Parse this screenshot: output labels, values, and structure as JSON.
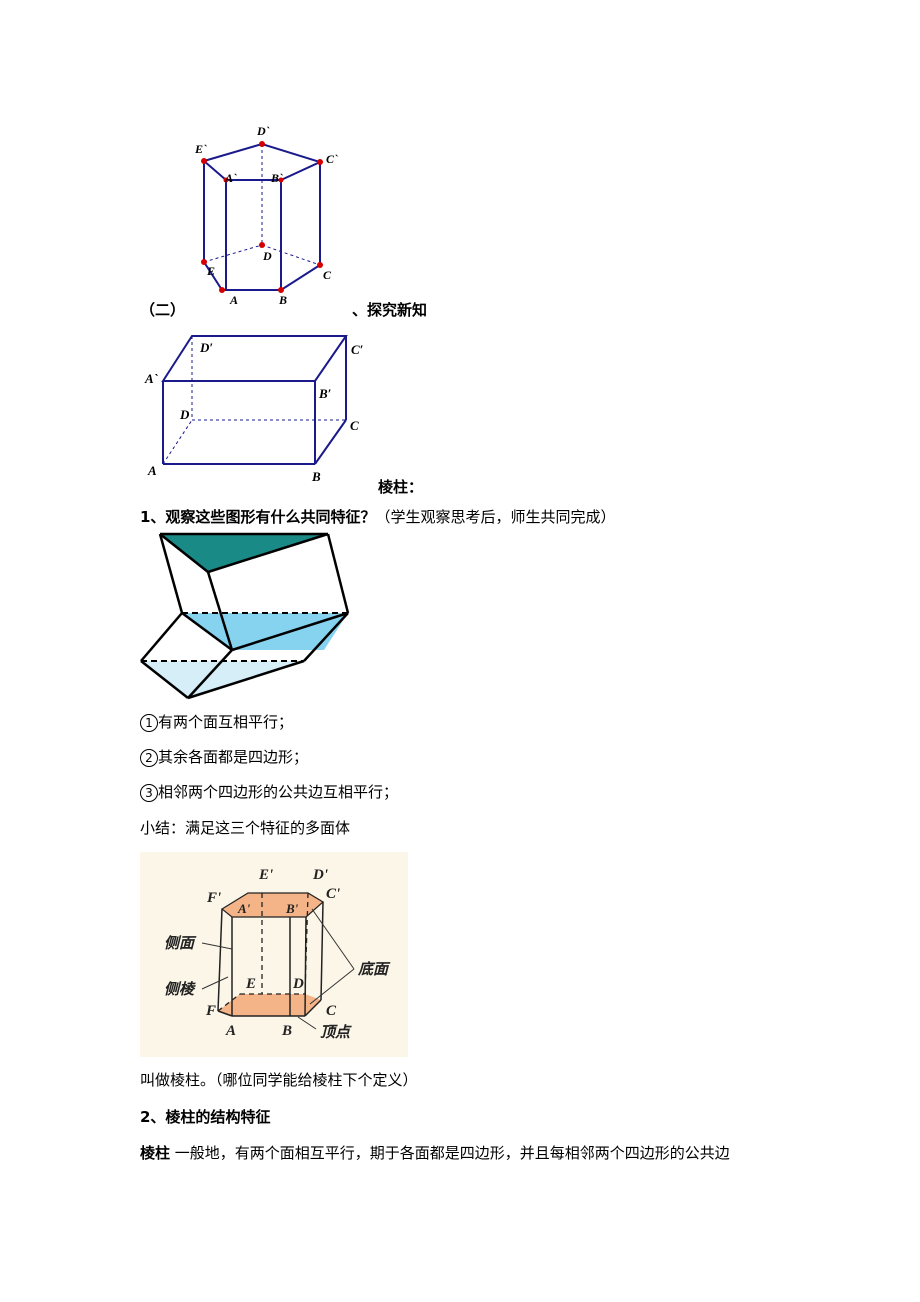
{
  "figure1": {
    "labels": {
      "D_top": "D`",
      "E_top": "E`",
      "C_top": "C`",
      "A_top": "A`",
      "B_top": "B`",
      "D": "D",
      "E": "E",
      "C": "C",
      "A": "A",
      "B": "B"
    }
  },
  "section": {
    "prefix": "（二）",
    "title": "、探究新知"
  },
  "figure2": {
    "labels": {
      "D_top": "D′",
      "C_top": "C′",
      "A_top": "A`",
      "B_top": "B′",
      "D": "D",
      "C": "C",
      "A": "A",
      "B": "B"
    }
  },
  "prism_heading": "棱柱：",
  "q1": {
    "title": "1、观察这些图形有什么共同特征？",
    "note": "（学生观察思考后，师生共同完成）"
  },
  "features": [
    {
      "num": "1",
      "text": "有两个面互相平行；"
    },
    {
      "num": "2",
      "text": "其余各面都是四边形；"
    },
    {
      "num": "3",
      "text": "相邻两个四边形的公共边互相平行；"
    }
  ],
  "summary": "小结：满足这三个特征的多面体",
  "figure4": {
    "labels": {
      "E_top": "E'",
      "D_top": "D'",
      "F_top": "F'",
      "A_top": "A'",
      "B_top": "B'",
      "C_top": "C'",
      "E": "E",
      "D": "D",
      "F": "F",
      "C": "C",
      "A": "A",
      "B": "B"
    },
    "annotations": {
      "side_face": "侧面",
      "side_edge": "侧棱",
      "base": "底面",
      "vertex": "顶点"
    }
  },
  "definition_line": "叫做棱柱。（哪位同学能给棱柱下个定义）",
  "q2": {
    "title": "2、棱柱的结构特征"
  },
  "definition": {
    "term": "棱柱",
    "text": "  一般地，有两个面相互平行，期于各面都是四边形，并且每相邻两个四边形的公共边"
  }
}
